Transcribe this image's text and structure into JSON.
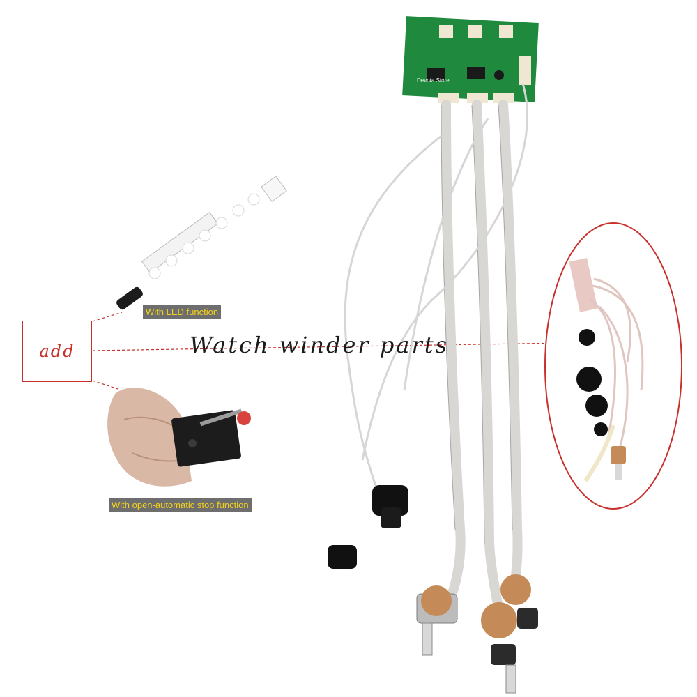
{
  "labels": {
    "led_caption": "With LED function",
    "stop_caption": "With open-automatic stop function",
    "add_label": "add",
    "title": "Watch winder parts",
    "pcb_watermark": "Devota Store"
  },
  "colors": {
    "caption_bg": "#6e6e6e",
    "caption_text": "#f4d21c",
    "accent_red": "#c8302c",
    "pcb_green": "#1f8a3e"
  }
}
